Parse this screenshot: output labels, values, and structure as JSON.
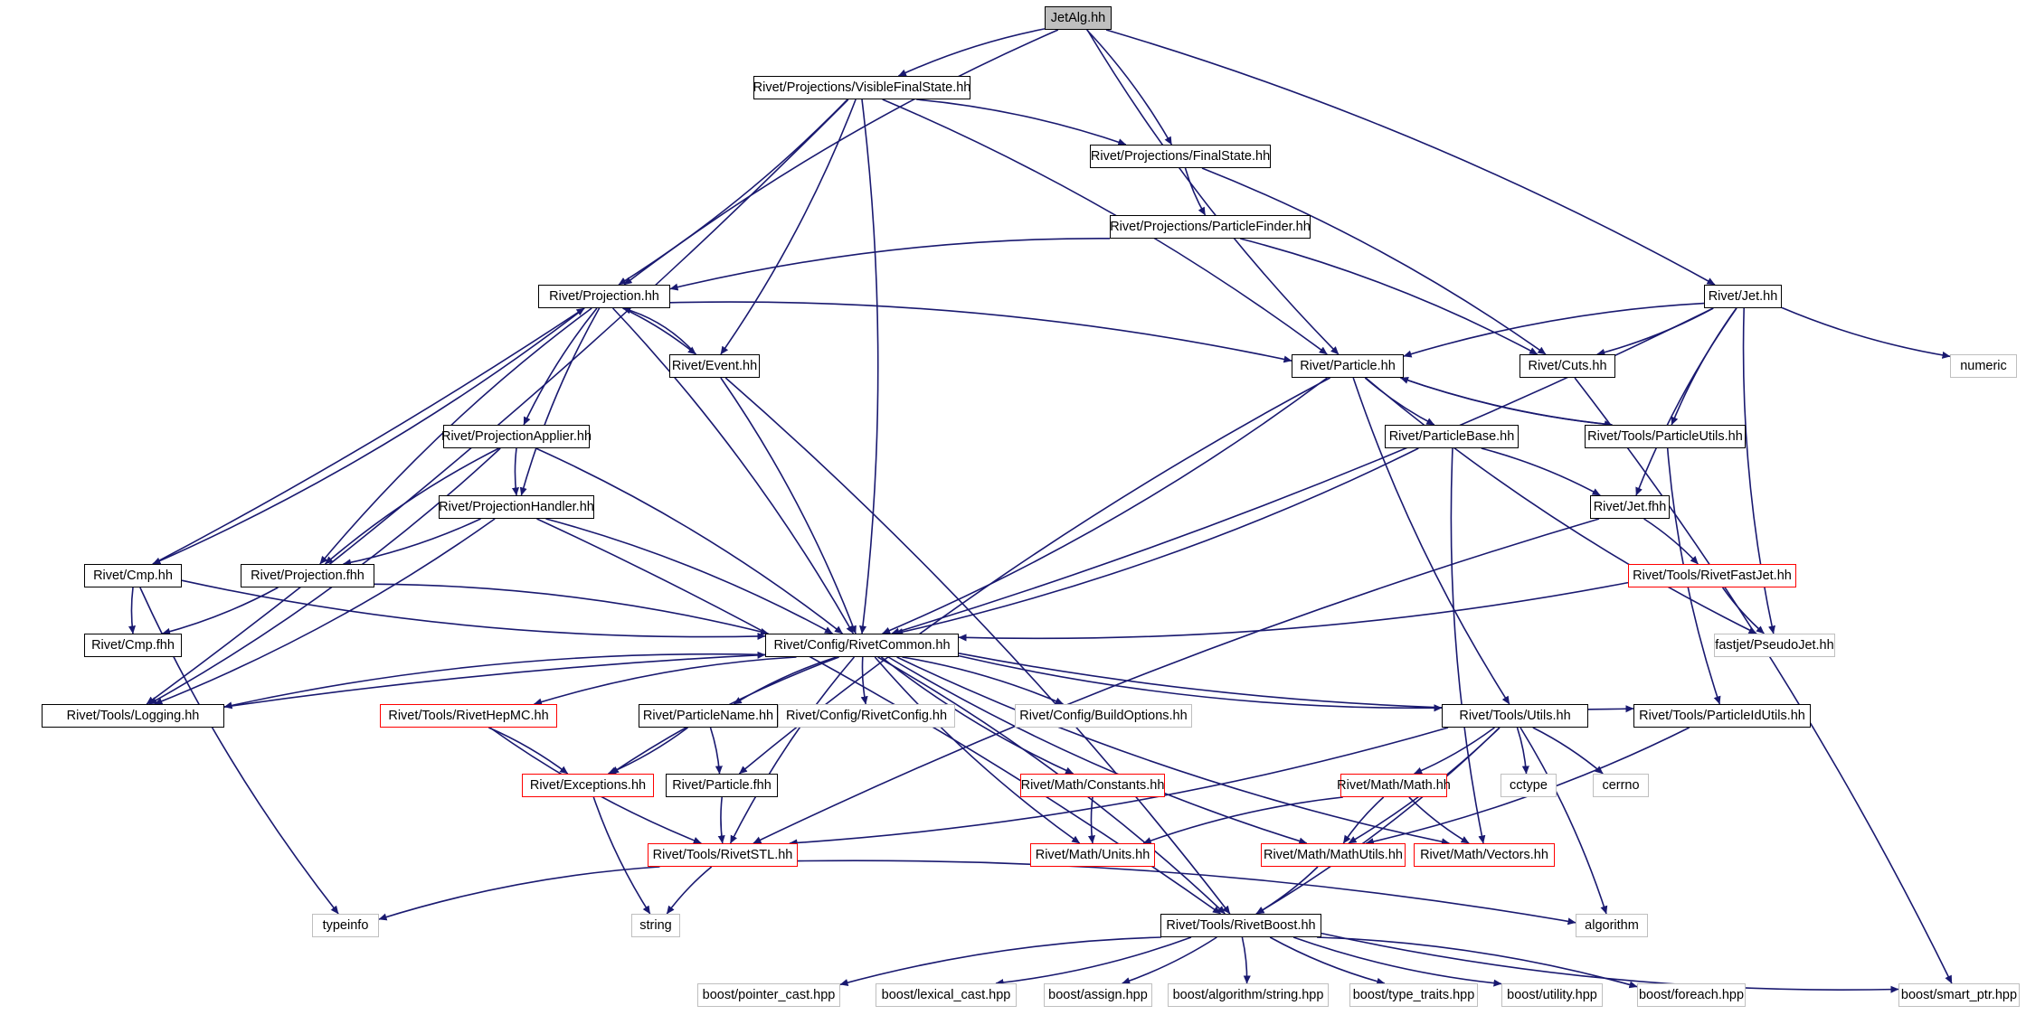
{
  "graph": {
    "edge_color": "#191970",
    "border_colors": {
      "documented": "#000000",
      "truncated": "#ff0000",
      "external": "#bfbfbf"
    },
    "root_fill": "#bfbfbf",
    "nodes": [
      {
        "id": "jetalg",
        "label": "JetAlg.hh",
        "style": "root"
      },
      {
        "id": "vfs",
        "label": "Rivet/Projections/VisibleFinalState.hh",
        "style": "normal"
      },
      {
        "id": "fs",
        "label": "Rivet/Projections/FinalState.hh",
        "style": "normal"
      },
      {
        "id": "pf",
        "label": "Rivet/Projections/ParticleFinder.hh",
        "style": "normal"
      },
      {
        "id": "proj",
        "label": "Rivet/Projection.hh",
        "style": "normal"
      },
      {
        "id": "jet",
        "label": "Rivet/Jet.hh",
        "style": "normal"
      },
      {
        "id": "event",
        "label": "Rivet/Event.hh",
        "style": "normal"
      },
      {
        "id": "particle",
        "label": "Rivet/Particle.hh",
        "style": "normal"
      },
      {
        "id": "cuts",
        "label": "Rivet/Cuts.hh",
        "style": "normal"
      },
      {
        "id": "numeric",
        "label": "numeric",
        "style": "external"
      },
      {
        "id": "projapplier",
        "label": "Rivet/ProjectionApplier.hh",
        "style": "normal"
      },
      {
        "id": "particlebase",
        "label": "Rivet/ParticleBase.hh",
        "style": "normal"
      },
      {
        "id": "particleutils",
        "label": "Rivet/Tools/ParticleUtils.hh",
        "style": "normal"
      },
      {
        "id": "projhandler",
        "label": "Rivet/ProjectionHandler.hh",
        "style": "normal"
      },
      {
        "id": "jetfhh",
        "label": "Rivet/Jet.fhh",
        "style": "normal"
      },
      {
        "id": "cmp",
        "label": "Rivet/Cmp.hh",
        "style": "normal"
      },
      {
        "id": "projfhh",
        "label": "Rivet/Projection.fhh",
        "style": "normal"
      },
      {
        "id": "fastjet",
        "label": "Rivet/Tools/RivetFastJet.hh",
        "style": "truncated"
      },
      {
        "id": "cmpfhh",
        "label": "Rivet/Cmp.fhh",
        "style": "normal"
      },
      {
        "id": "common",
        "label": "Rivet/Config/RivetCommon.hh",
        "style": "normal"
      },
      {
        "id": "pseudojet",
        "label": "fastjet/PseudoJet.hh",
        "style": "external"
      },
      {
        "id": "logging",
        "label": "Rivet/Tools/Logging.hh",
        "style": "normal"
      },
      {
        "id": "hepmc",
        "label": "Rivet/Tools/RivetHepMC.hh",
        "style": "truncated"
      },
      {
        "id": "pname",
        "label": "Rivet/ParticleName.hh",
        "style": "normal"
      },
      {
        "id": "rivetconfig",
        "label": "Rivet/Config/RivetConfig.hh",
        "style": "external"
      },
      {
        "id": "buildopts",
        "label": "Rivet/Config/BuildOptions.hh",
        "style": "external"
      },
      {
        "id": "utils",
        "label": "Rivet/Tools/Utils.hh",
        "style": "normal"
      },
      {
        "id": "pidutils",
        "label": "Rivet/Tools/ParticleIdUtils.hh",
        "style": "normal"
      },
      {
        "id": "exceptions",
        "label": "Rivet/Exceptions.hh",
        "style": "truncated"
      },
      {
        "id": "particlefhh",
        "label": "Rivet/Particle.fhh",
        "style": "normal"
      },
      {
        "id": "constants",
        "label": "Rivet/Math/Constants.hh",
        "style": "truncated"
      },
      {
        "id": "mathhh",
        "label": "Rivet/Math/Math.hh",
        "style": "truncated"
      },
      {
        "id": "cctype",
        "label": "cctype",
        "style": "external"
      },
      {
        "id": "cerrno",
        "label": "cerrno",
        "style": "external"
      },
      {
        "id": "stl",
        "label": "Rivet/Tools/RivetSTL.hh",
        "style": "truncated"
      },
      {
        "id": "units",
        "label": "Rivet/Math/Units.hh",
        "style": "truncated"
      },
      {
        "id": "mathutils",
        "label": "Rivet/Math/MathUtils.hh",
        "style": "truncated"
      },
      {
        "id": "vectors",
        "label": "Rivet/Math/Vectors.hh",
        "style": "truncated"
      },
      {
        "id": "typeinfo",
        "label": "typeinfo",
        "style": "external"
      },
      {
        "id": "string",
        "label": "string",
        "style": "external"
      },
      {
        "id": "boost",
        "label": "Rivet/Tools/RivetBoost.hh",
        "style": "normal"
      },
      {
        "id": "algorithm",
        "label": "algorithm",
        "style": "external"
      },
      {
        "id": "bpc",
        "label": "boost/pointer_cast.hpp",
        "style": "external"
      },
      {
        "id": "blc",
        "label": "boost/lexical_cast.hpp",
        "style": "external"
      },
      {
        "id": "bassign",
        "label": "boost/assign.hpp",
        "style": "external"
      },
      {
        "id": "balgstr",
        "label": "boost/algorithm/string.hpp",
        "style": "external"
      },
      {
        "id": "btt",
        "label": "boost/type_traits.hpp",
        "style": "external"
      },
      {
        "id": "butil",
        "label": "boost/utility.hpp",
        "style": "external"
      },
      {
        "id": "bforeach",
        "label": "boost/foreach.hpp",
        "style": "external"
      },
      {
        "id": "bsp",
        "label": "boost/smart_ptr.hpp",
        "style": "external"
      }
    ],
    "edges": [
      [
        "jetalg",
        "vfs"
      ],
      [
        "jetalg",
        "fs"
      ],
      [
        "jetalg",
        "proj"
      ],
      [
        "jetalg",
        "particle"
      ],
      [
        "jetalg",
        "jet"
      ],
      [
        "vfs",
        "fs"
      ],
      [
        "vfs",
        "proj"
      ],
      [
        "vfs",
        "event"
      ],
      [
        "vfs",
        "particle"
      ],
      [
        "vfs",
        "common"
      ],
      [
        "vfs",
        "logging"
      ],
      [
        "fs",
        "pf"
      ],
      [
        "fs",
        "cuts"
      ],
      [
        "pf",
        "proj"
      ],
      [
        "pf",
        "cuts"
      ],
      [
        "proj",
        "event"
      ],
      [
        "proj",
        "particle"
      ],
      [
        "proj",
        "projapplier"
      ],
      [
        "proj",
        "projhandler"
      ],
      [
        "proj",
        "cmp"
      ],
      [
        "proj",
        "projfhh"
      ],
      [
        "proj",
        "common"
      ],
      [
        "event",
        "proj"
      ],
      [
        "event",
        "common"
      ],
      [
        "event",
        "boost"
      ],
      [
        "jet",
        "particle"
      ],
      [
        "jet",
        "cuts"
      ],
      [
        "jet",
        "numeric"
      ],
      [
        "jet",
        "particleutils"
      ],
      [
        "jet",
        "jetfhh"
      ],
      [
        "jet",
        "common"
      ],
      [
        "jet",
        "pseudojet"
      ],
      [
        "particle",
        "particlebase"
      ],
      [
        "particle",
        "particleutils"
      ],
      [
        "particle",
        "common"
      ],
      [
        "particle",
        "particlefhh"
      ],
      [
        "particle",
        "utils"
      ],
      [
        "particle",
        "pseudojet"
      ],
      [
        "cuts",
        "bsp"
      ],
      [
        "particleutils",
        "particle"
      ],
      [
        "particleutils",
        "pidutils"
      ],
      [
        "particlebase",
        "jetfhh"
      ],
      [
        "particlebase",
        "common"
      ],
      [
        "particlebase",
        "vectors"
      ],
      [
        "jetfhh",
        "fastjet"
      ],
      [
        "jetfhh",
        "stl"
      ],
      [
        "fastjet",
        "pseudojet"
      ],
      [
        "fastjet",
        "common"
      ],
      [
        "projapplier",
        "projhandler"
      ],
      [
        "projapplier",
        "projfhh"
      ],
      [
        "projapplier",
        "common"
      ],
      [
        "projapplier",
        "logging"
      ],
      [
        "projhandler",
        "projfhh"
      ],
      [
        "projhandler",
        "common"
      ],
      [
        "projhandler",
        "logging"
      ],
      [
        "projhandler",
        "boost"
      ],
      [
        "cmp",
        "proj"
      ],
      [
        "cmp",
        "cmpfhh"
      ],
      [
        "cmp",
        "common"
      ],
      [
        "cmp",
        "typeinfo"
      ],
      [
        "projfhh",
        "common"
      ],
      [
        "projfhh",
        "cmpfhh"
      ],
      [
        "common",
        "logging"
      ],
      [
        "common",
        "hepmc"
      ],
      [
        "common",
        "pname"
      ],
      [
        "common",
        "rivetconfig"
      ],
      [
        "common",
        "buildopts"
      ],
      [
        "common",
        "utils"
      ],
      [
        "common",
        "pidutils"
      ],
      [
        "common",
        "exceptions"
      ],
      [
        "common",
        "constants"
      ],
      [
        "common",
        "units"
      ],
      [
        "common",
        "mathutils"
      ],
      [
        "common",
        "vectors"
      ],
      [
        "common",
        "stl"
      ],
      [
        "common",
        "boost"
      ],
      [
        "logging",
        "common"
      ],
      [
        "hepmc",
        "exceptions"
      ],
      [
        "hepmc",
        "stl"
      ],
      [
        "pname",
        "exceptions"
      ],
      [
        "pname",
        "particlefhh"
      ],
      [
        "utils",
        "mathhh"
      ],
      [
        "utils",
        "cctype"
      ],
      [
        "utils",
        "cerrno"
      ],
      [
        "utils",
        "stl"
      ],
      [
        "utils",
        "mathutils"
      ],
      [
        "utils",
        "boost"
      ],
      [
        "utils",
        "algorithm"
      ],
      [
        "pidutils",
        "mathutils"
      ],
      [
        "exceptions",
        "string"
      ],
      [
        "particlefhh",
        "stl"
      ],
      [
        "constants",
        "units"
      ],
      [
        "mathhh",
        "units"
      ],
      [
        "mathhh",
        "mathutils"
      ],
      [
        "mathhh",
        "vectors"
      ],
      [
        "mathutils",
        "boost"
      ],
      [
        "stl",
        "typeinfo"
      ],
      [
        "stl",
        "string"
      ],
      [
        "stl",
        "algorithm"
      ],
      [
        "boost",
        "bpc"
      ],
      [
        "boost",
        "blc"
      ],
      [
        "boost",
        "bassign"
      ],
      [
        "boost",
        "balgstr"
      ],
      [
        "boost",
        "btt"
      ],
      [
        "boost",
        "butil"
      ],
      [
        "boost",
        "bforeach"
      ],
      [
        "boost",
        "bsp"
      ]
    ]
  }
}
